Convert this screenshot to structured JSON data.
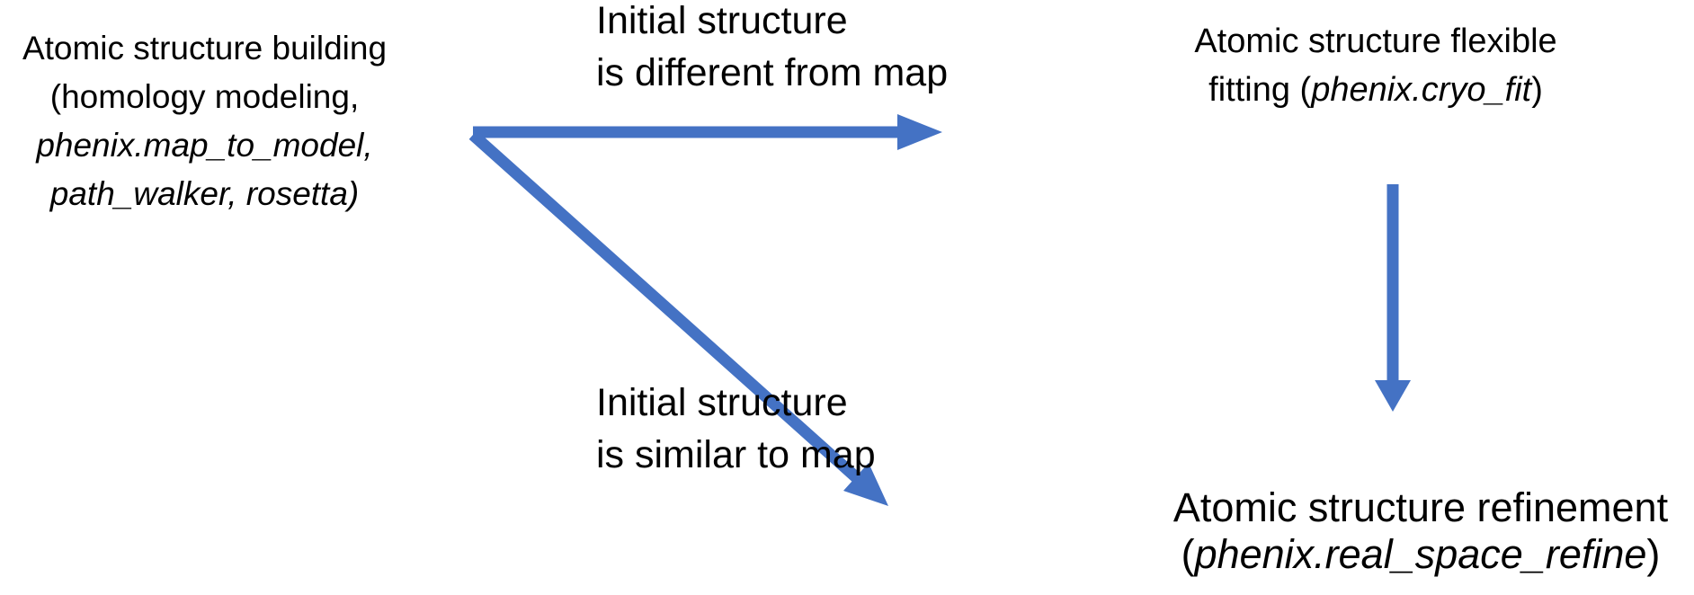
{
  "diagram": {
    "background_color": "#ffffff",
    "text_color": "#000000",
    "arrow_color": "#4472C4"
  },
  "nodes": {
    "building": {
      "line1": "Atomic structure building",
      "line2": "(homology modeling,",
      "line3": "phenix.map_to_model,",
      "line4": "path_walker, rosetta)"
    },
    "flexible_fitting": {
      "line1": "Atomic structure flexible",
      "line2_prefix": "fitting (",
      "line2_program": "phenix.cryo_fit",
      "line2_suffix": ")"
    },
    "refinement": {
      "line1": "Atomic structure refinement",
      "line2_prefix": "(",
      "line2_program": "phenix.real_space_refine",
      "line2_suffix": ")"
    }
  },
  "edge_labels": {
    "different_from_map": {
      "line1": "Initial structure",
      "line2": "is different from map"
    },
    "similar_to_map": {
      "line1": "Initial structure",
      "line2": "is similar to map"
    }
  },
  "arrows": {
    "building_to_fitting": {
      "from": "building",
      "to": "flexible_fitting",
      "label": "different_from_map"
    },
    "building_to_refinement": {
      "from": "building",
      "to": "refinement",
      "label": "similar_to_map"
    },
    "fitting_to_refinement": {
      "from": "flexible_fitting",
      "to": "refinement",
      "label": ""
    }
  }
}
